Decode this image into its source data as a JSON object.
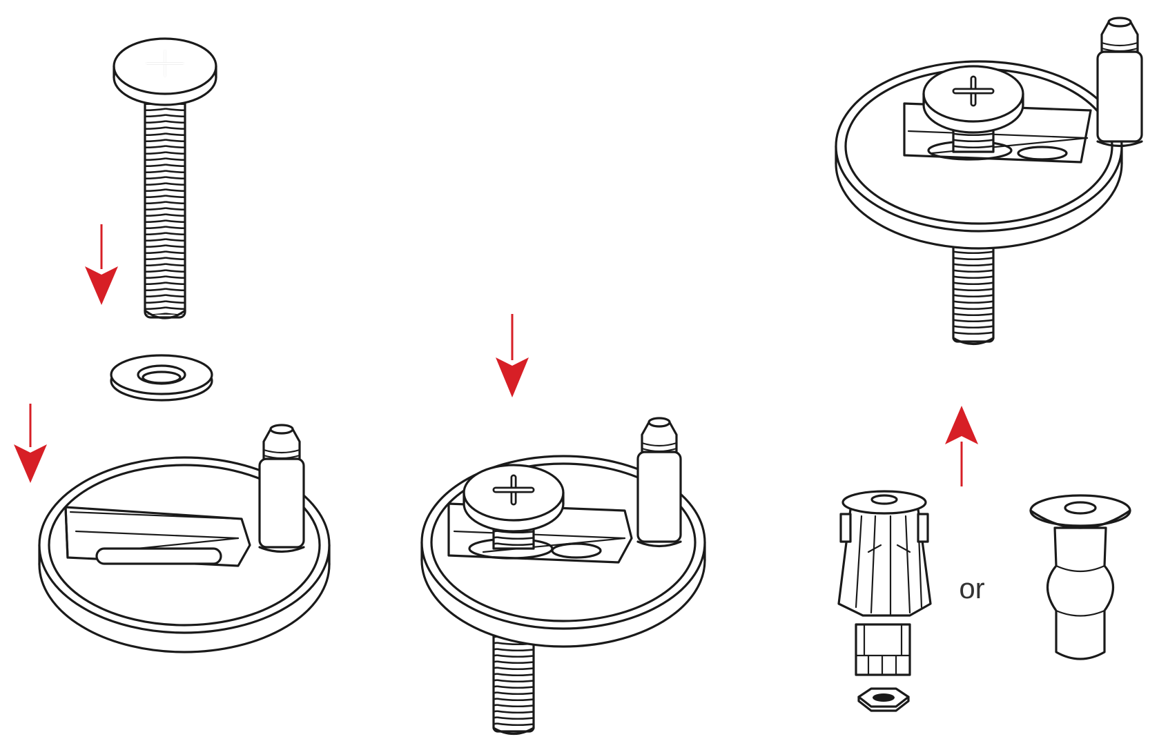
{
  "diagram": {
    "alternative_label": "or",
    "arrow_color": "#d71f26",
    "line_color": "#1a1a1a",
    "steps": [
      {
        "id": "step-1",
        "parts": [
          "bolt",
          "washer",
          "hinge-base"
        ],
        "arrows": [
          "down",
          "down"
        ]
      },
      {
        "id": "step-2",
        "parts": [
          "assembled-hinge-with-bolt"
        ],
        "arrows": [
          "down"
        ]
      },
      {
        "id": "step-3",
        "parts": [
          "assembled-hinge-with-bolt",
          "expansion-anchor",
          "nut",
          "rubber-well-nut"
        ],
        "arrows": [
          "up"
        ]
      }
    ]
  }
}
